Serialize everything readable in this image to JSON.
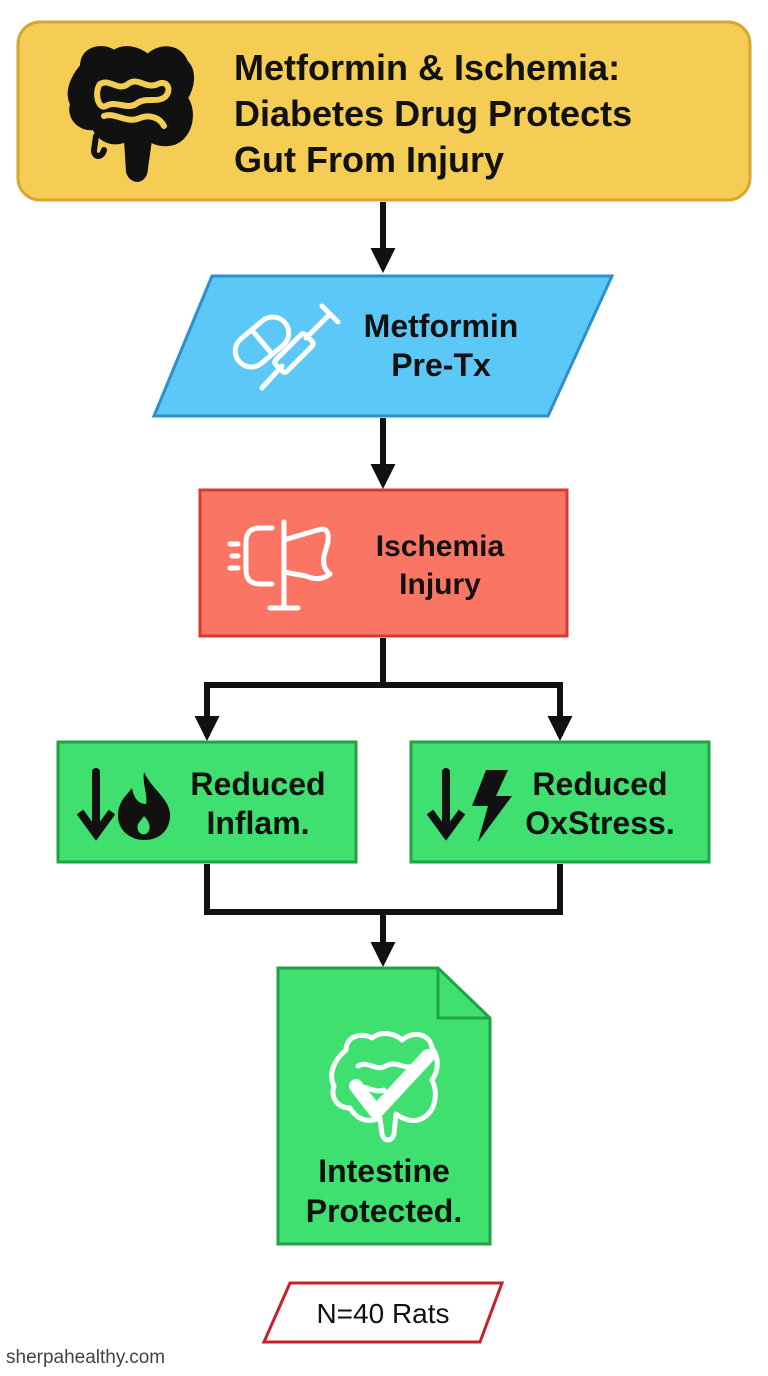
{
  "title": {
    "lines": [
      "Metformin & Ischemia:",
      "Diabetes Drug Protects",
      "Gut From Injury"
    ],
    "icon": "intestine-icon"
  },
  "nodes": {
    "treatment": {
      "lines": [
        "Metformin",
        "Pre-Tx"
      ],
      "icon": "pill-syringe-icon"
    },
    "injury": {
      "lines": [
        "Ischemia",
        "Injury"
      ],
      "icon": "clamp-vessel-icon"
    },
    "inflammation": {
      "lines": [
        "Reduced",
        "Inflam."
      ],
      "icon": "down-arrow-flame-icon"
    },
    "oxidative": {
      "lines": [
        "Reduced",
        "OxStress."
      ],
      "icon": "down-arrow-lightning-icon"
    },
    "outcome": {
      "lines": [
        "Intestine",
        "Protected."
      ],
      "icon": "intestine-check-icon"
    },
    "sample": {
      "label": "N=40 Rats"
    }
  },
  "watermark": "sherpahealthy.com",
  "colors": {
    "title_fill": "#f5cd55",
    "title_stroke": "#d7a531",
    "treatment_fill": "#5bc8f7",
    "treatment_stroke": "#2d8fcc",
    "injury_fill": "#fb7565",
    "injury_stroke": "#d63a32",
    "effect_fill": "#3fe070",
    "effect_stroke": "#1fa344",
    "sample_stroke": "#c8202a",
    "connector": "#111111"
  }
}
